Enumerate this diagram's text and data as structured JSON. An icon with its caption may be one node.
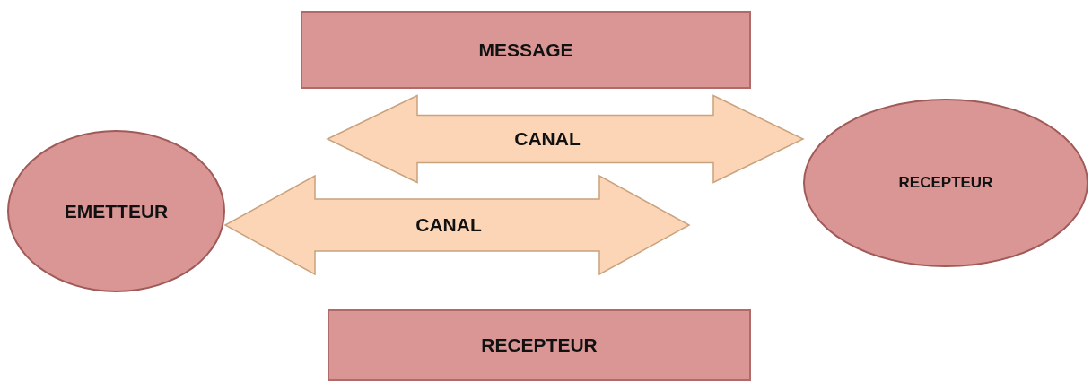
{
  "diagram": {
    "nodes": [
      {
        "text": [
          "MESSAGE"
        ]
      },
      {
        "text": [
          "EMETTEUR"
        ]
      },
      {
        "text": [
          "RECEPTEUR"
        ]
      },
      {
        "text": [
          "RECEPTEUR"
        ]
      }
    ],
    "edges": [
      {
        "from": null,
        "to": 2,
        "arrow": "both",
        "label": "CANAL"
      },
      {
        "from": 1,
        "to": null,
        "arrow": "both",
        "label": "CANAL"
      }
    ]
  }
}
